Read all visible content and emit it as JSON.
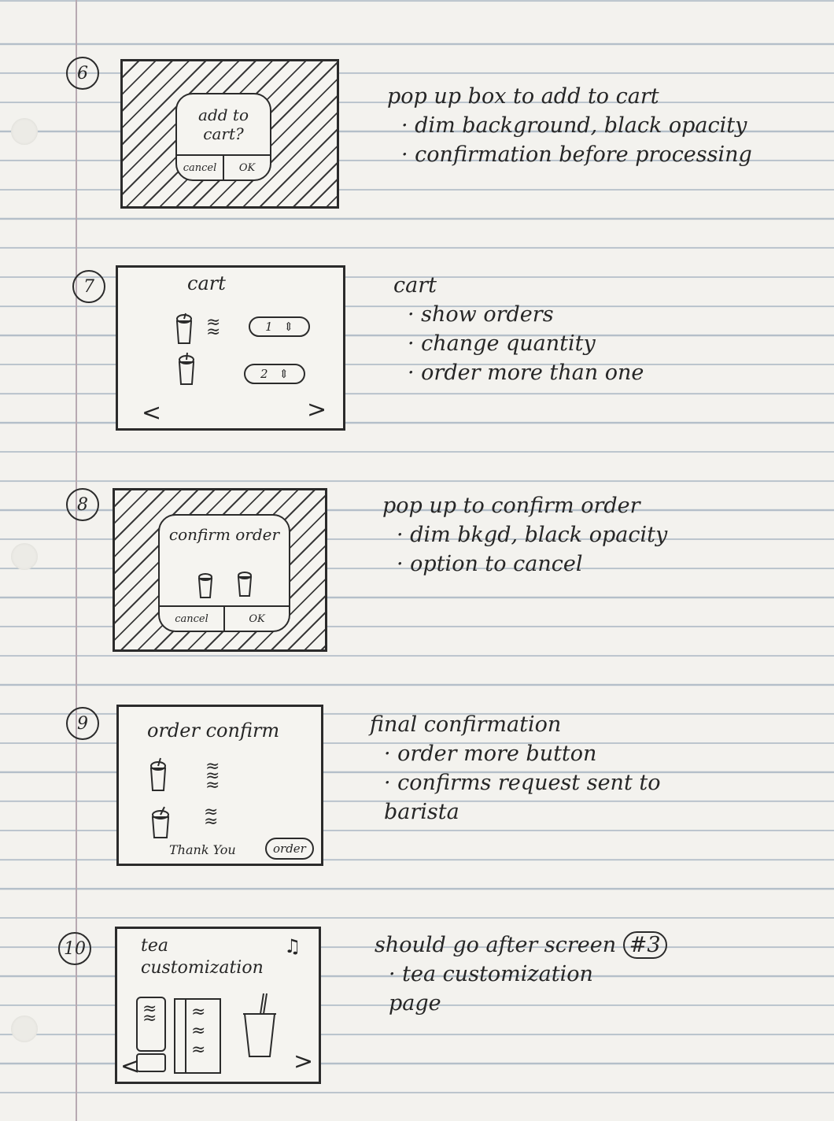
{
  "sketches": [
    {
      "number": "6",
      "popup": {
        "title": "add to cart?",
        "cancel": "cancel",
        "ok": "OK"
      },
      "notes": {
        "heading": "pop up box to add to cart",
        "bullets": [
          "dim background, black opacity",
          "confirmation before processing"
        ]
      }
    },
    {
      "number": "7",
      "screen": {
        "title": "cart",
        "qty1": "1",
        "qty2": "2",
        "prev": "<",
        "next": ">"
      },
      "notes": {
        "heading": "cart",
        "bullets": [
          "show orders",
          "change quantity",
          "order more than one"
        ]
      }
    },
    {
      "number": "8",
      "popup": {
        "title": "confirm order",
        "cancel": "cancel",
        "ok": "OK"
      },
      "notes": {
        "heading": "pop up to confirm order",
        "bullets": [
          "dim bkgd, black opacity",
          "option to cancel"
        ]
      }
    },
    {
      "number": "9",
      "screen": {
        "title": "order confirm",
        "thanks": "Thank You",
        "order_button": "order"
      },
      "notes": {
        "heading": "final confirmation",
        "bullets": [
          "order more button",
          "confirms request sent to barista"
        ]
      }
    },
    {
      "number": "10",
      "screen": {
        "title_line1": "tea",
        "title_line2": "customization",
        "prev": "<",
        "next": ">"
      },
      "notes": {
        "heading": "should go after screen",
        "screen_ref": "#3",
        "bullets": [
          "tea customization page"
        ]
      }
    }
  ]
}
